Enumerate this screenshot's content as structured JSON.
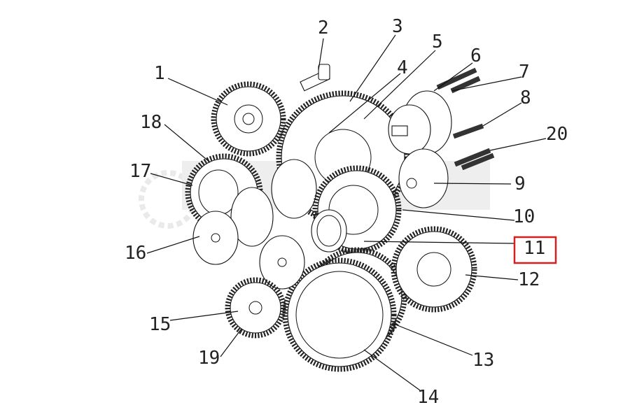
{
  "diagram": {
    "type": "exploded-parts-diagram",
    "highlighted_part": "11",
    "highlight_color": "#d42020",
    "callouts": [
      "1",
      "2",
      "3",
      "4",
      "5",
      "6",
      "7",
      "8",
      "20",
      "9",
      "10",
      "11",
      "12",
      "13",
      "14",
      "15",
      "19",
      "16",
      "17",
      "18"
    ]
  }
}
